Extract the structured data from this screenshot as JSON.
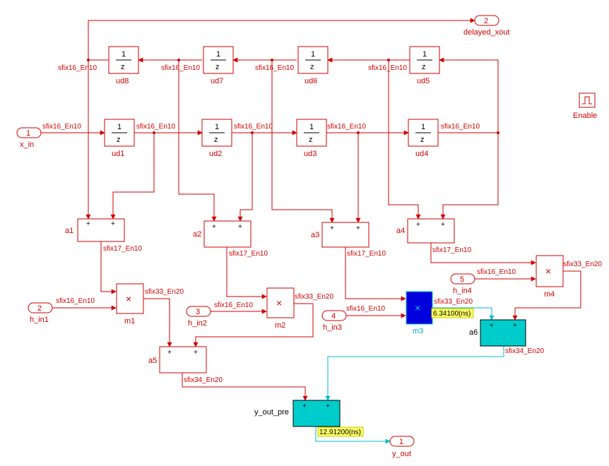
{
  "diagram": {
    "inports": [
      {
        "num": "1",
        "name": "x_in"
      },
      {
        "num": "2",
        "name": "h_in1"
      },
      {
        "num": "3",
        "name": "h_in2"
      },
      {
        "num": "4",
        "name": "h_in3"
      },
      {
        "num": "5",
        "name": "h_in4"
      }
    ],
    "outports": [
      {
        "num": "2",
        "name": "delayed_xout"
      },
      {
        "num": "1",
        "name": "y_out"
      }
    ],
    "unit_delays_top": [
      {
        "name": "ud8"
      },
      {
        "name": "ud7"
      },
      {
        "name": "ud6"
      },
      {
        "name": "ud5"
      }
    ],
    "unit_delays_bottom": [
      {
        "name": "ud1"
      },
      {
        "name": "ud2"
      },
      {
        "name": "ud3"
      },
      {
        "name": "ud4"
      }
    ],
    "delay_numerator": "1",
    "delay_denominator": "z",
    "adders": [
      {
        "name": "a1"
      },
      {
        "name": "a2"
      },
      {
        "name": "a3"
      },
      {
        "name": "a4"
      },
      {
        "name": "a5"
      },
      {
        "name": "a6"
      },
      {
        "name": "y_out_pre"
      }
    ],
    "multipliers": [
      {
        "name": "m1"
      },
      {
        "name": "m2"
      },
      {
        "name": "m3"
      },
      {
        "name": "m4"
      }
    ],
    "plus_sign": "+",
    "mul_sign": "×",
    "enable": {
      "name": "Enable"
    },
    "signal_types": {
      "s16": "sfix16_En10",
      "s17": "sfix17_En10",
      "s33": "sfix33_En20",
      "s34": "sfix34_En20"
    },
    "timing_annotations": {
      "m3": "6.34100(ns)",
      "y_out_pre": "12.91200(ns)"
    },
    "colors": {
      "signal": "#d00000",
      "highlight_block": "#00cccc",
      "highlight_mul": "#0000dd",
      "highlight_wire": "#00bbcc",
      "timing_bg": "#ffff66"
    }
  }
}
